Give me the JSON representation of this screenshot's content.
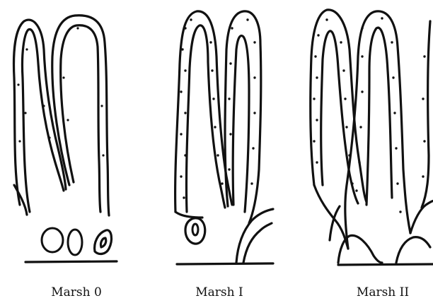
{
  "panels": [
    {
      "caption": "Marsh 0"
    },
    {
      "caption": "Marsh I"
    },
    {
      "caption": "Marsh II"
    }
  ]
}
